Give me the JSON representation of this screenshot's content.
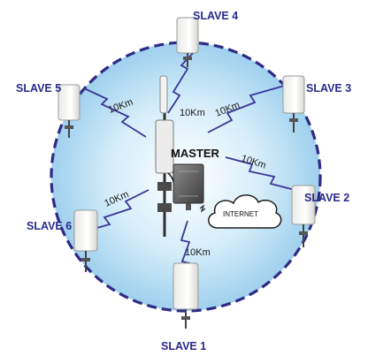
{
  "master_label": "MASTER",
  "internet_label": "INTERNET",
  "slaves": [
    {
      "label": "SLAVE 1"
    },
    {
      "label": "SLAVE 2"
    },
    {
      "label": "SLAVE 3"
    },
    {
      "label": "SLAVE 4"
    },
    {
      "label": "SLAVE 5"
    },
    {
      "label": "SLAVE 6"
    }
  ],
  "links": [
    {
      "to": "SLAVE 4",
      "distance": "10Km"
    },
    {
      "to": "SLAVE 5",
      "distance": "10Km"
    },
    {
      "to": "SLAVE 3",
      "distance": "10Km"
    },
    {
      "to": "SLAVE 2",
      "distance": "10Km"
    },
    {
      "to": "SLAVE 6",
      "distance": "10Km"
    },
    {
      "to": "SLAVE 1",
      "distance": "10Km"
    }
  ],
  "colors": {
    "coverage_fill": "#bfe3f6",
    "boundary": "#2e2a86",
    "zigzag": "#3b3596",
    "label": "#2a2a8e"
  }
}
